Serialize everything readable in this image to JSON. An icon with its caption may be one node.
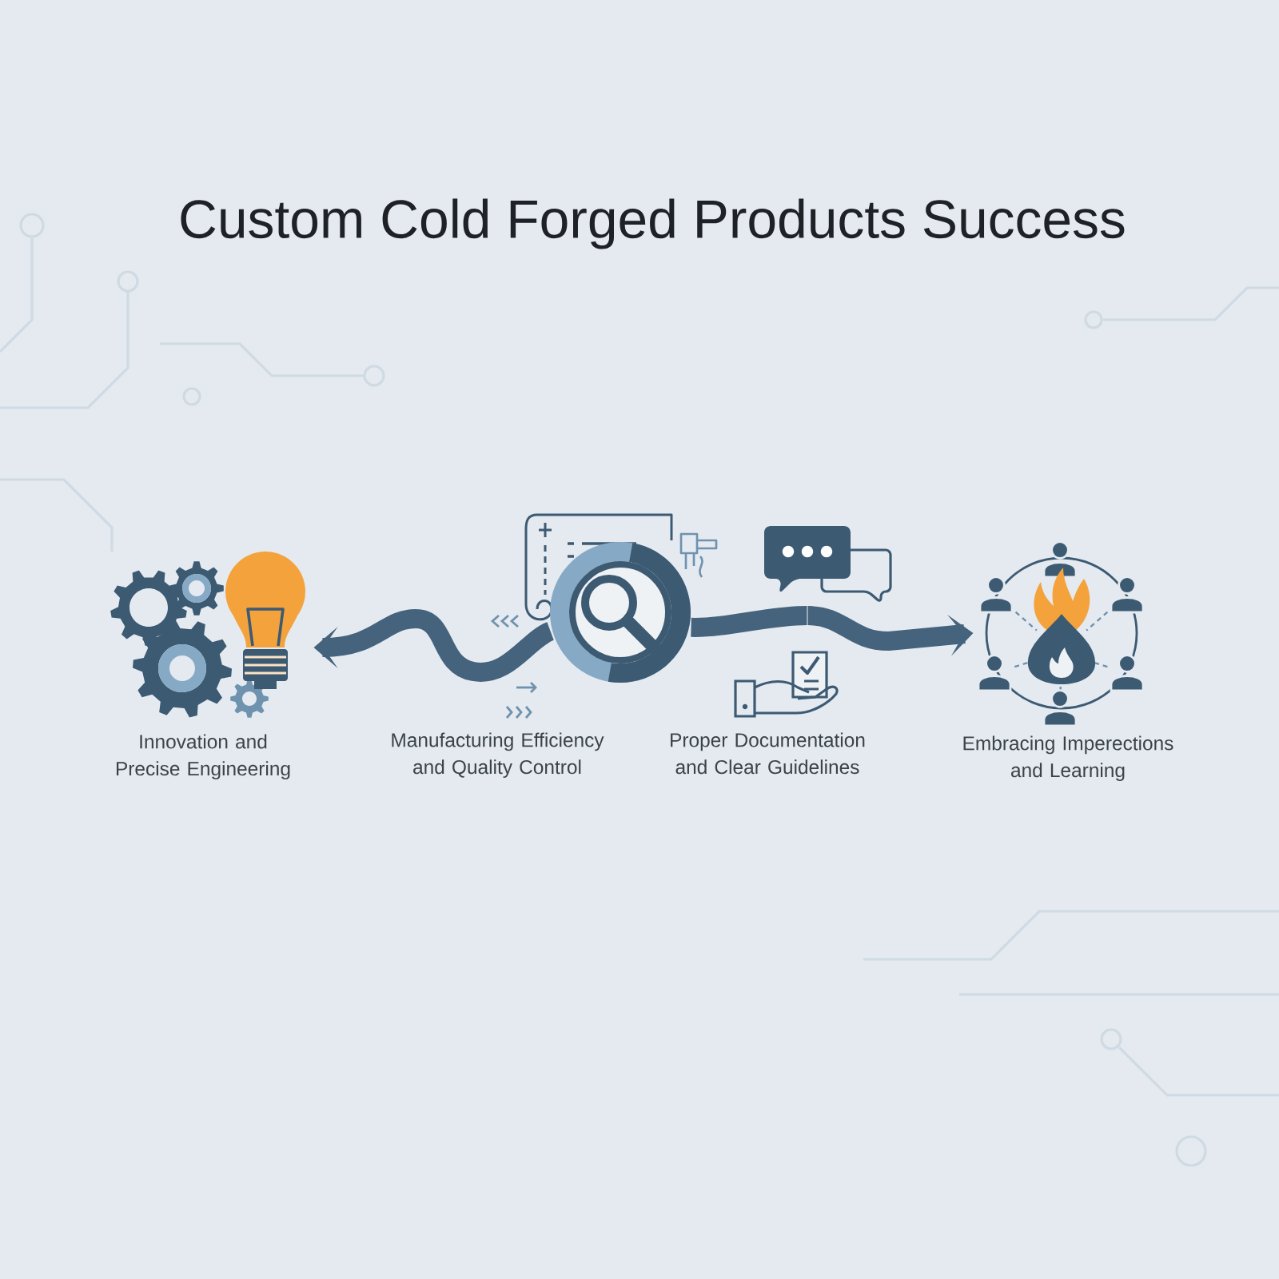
{
  "diagram": {
    "title": "Custom Cold Forged Products Success",
    "nodes": [
      {
        "text": [
          "Innovation and Precise Engineering"
        ]
      },
      {
        "text": [
          "Manufacturing Efficiency and Quality Control"
        ]
      },
      {
        "text": [
          "Proper Documentation and Clear Guidelines"
        ]
      },
      {
        "text": [
          "Embracing Imperections and Learning"
        ]
      }
    ],
    "edges": [
      {
        "from": 1,
        "to": 0,
        "arrow": "to"
      },
      {
        "from": 1,
        "to": 2,
        "arrow": "none"
      },
      {
        "from": 2,
        "to": 3,
        "arrow": "to"
      }
    ]
  }
}
